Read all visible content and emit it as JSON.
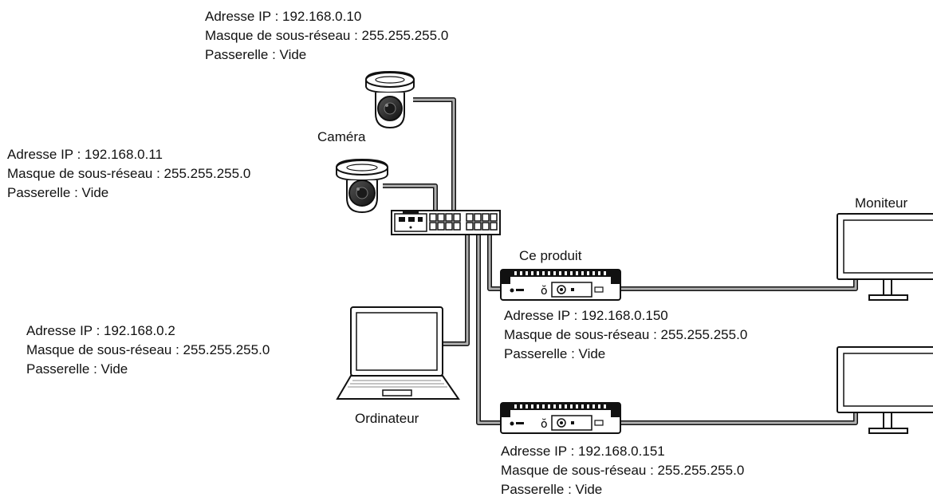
{
  "labels": {
    "camera": "Caméra",
    "computer": "Ordinateur",
    "product": "Ce produit",
    "monitor": "Moniteur"
  },
  "device_config": {
    "camera_top": {
      "ip": "Adresse IP : 192.168.0.10",
      "mask": "Masque de sous-réseau : 255.255.255.0",
      "gateway": "Passerelle : Vide"
    },
    "camera_left": {
      "ip": "Adresse IP : 192.168.0.11",
      "mask": "Masque de sous-réseau : 255.255.255.0",
      "gateway": "Passerelle : Vide"
    },
    "computer": {
      "ip": "Adresse IP : 192.168.0.2",
      "mask": "Masque de sous-réseau : 255.255.255.0",
      "gateway": "Passerelle : Vide"
    },
    "product_1": {
      "ip": "Adresse IP : 192.168.0.150",
      "mask": "Masque de sous-réseau : 255.255.255.0",
      "gateway": "Passerelle : Vide"
    },
    "product_2": {
      "ip": "Adresse IP : 192.168.0.151",
      "mask": "Masque de sous-réseau : 255.255.255.0",
      "gateway": "Passerelle : Vide"
    }
  },
  "icons": [
    "ptz-camera-icon",
    "network-switch-icon",
    "laptop-icon",
    "decoder-box-icon",
    "monitor-icon"
  ],
  "colors": {
    "line": "#111111",
    "cable": "#9a9a9a",
    "lens": "#2a2a2a"
  }
}
